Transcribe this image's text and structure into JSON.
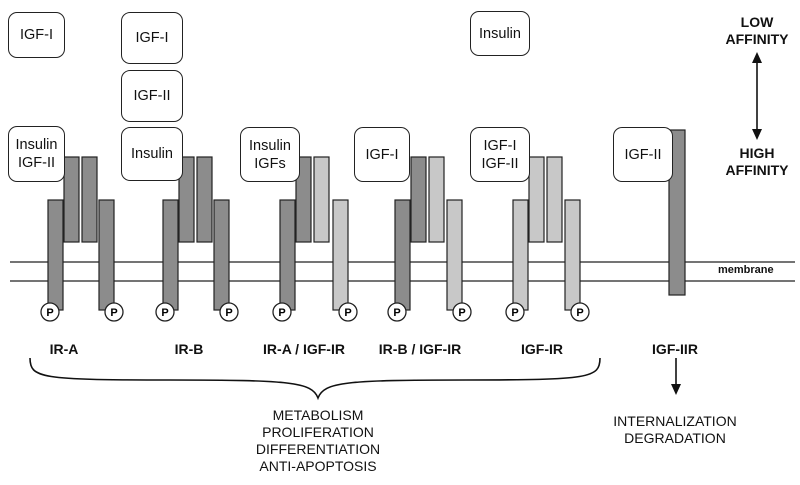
{
  "affinity": {
    "low_line1": "LOW",
    "low_line2": "AFFINITY",
    "high_line1": "HIGH",
    "high_line2": "AFFINITY"
  },
  "membrane_label": "membrane",
  "phospho_label": "P",
  "receptors": [
    {
      "label": "IR-A"
    },
    {
      "label": "IR-B"
    },
    {
      "label": "IR-A / IGF-IR"
    },
    {
      "label": "IR-B / IGF-IR"
    },
    {
      "label": "IGF-IR"
    },
    {
      "label": "IGF-IIR"
    }
  ],
  "ligands": {
    "col1_top": "IGF-I",
    "col1_high": "Insulin\nIGF-II",
    "col2_top": "IGF-I",
    "col2_mid": "IGF-II",
    "col2_high": "Insulin",
    "col3_high": "Insulin\nIGFs",
    "col4_high": "IGF-I",
    "col5_top": "Insulin",
    "col5_high": "IGF-I\nIGF-II",
    "col6_high": "IGF-II"
  },
  "outcomes": {
    "signaling": [
      "METABOLISM",
      "PROLIFERATION",
      "DIFFERENTIATION",
      "ANTI-APOPTOSIS"
    ],
    "igf2r": [
      "INTERNALIZATION",
      "DEGRADATION"
    ]
  },
  "colors": {
    "ir_subunit": "#8c8c8c",
    "igf1r_subunit": "#c8c8c8",
    "igf2r": "#8c8c8c",
    "outline": "#222222"
  }
}
